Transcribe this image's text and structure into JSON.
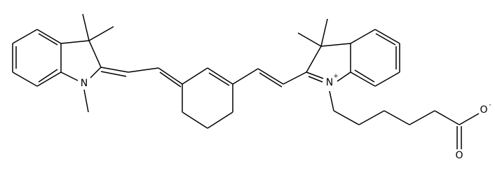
{
  "molecule": {
    "atoms": {
      "n_left": "N",
      "n_right": "N",
      "n_right_charge": "+",
      "o_carbonyl": "O",
      "o_anion": "O",
      "o_anion_charge": "-"
    }
  }
}
